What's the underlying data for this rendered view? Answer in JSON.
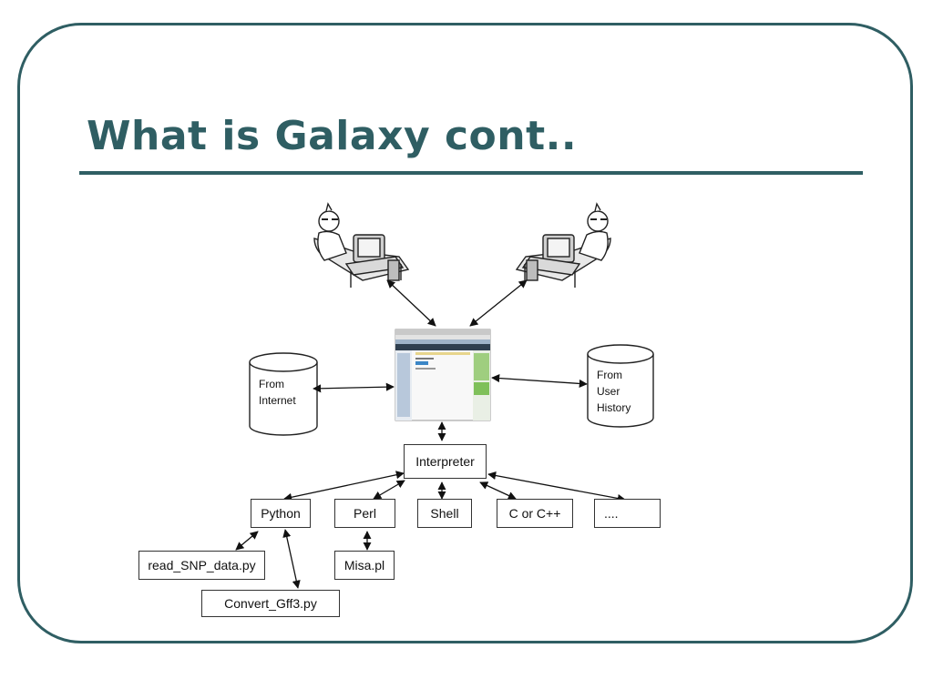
{
  "slide": {
    "title": "What is Galaxy cont..",
    "accent_color": "#2f5e63"
  },
  "diagram": {
    "users": [
      {
        "icon": "user-at-computer-icon"
      },
      {
        "icon": "user-at-computer-icon"
      }
    ],
    "center": {
      "icon": "galaxy-screenshot-icon"
    },
    "sources": {
      "internet": {
        "line1": "From",
        "line2": "Internet"
      },
      "history": {
        "line1": "From",
        "line2": "User",
        "line3": "History"
      }
    },
    "interpreter": "Interpreter",
    "languages": [
      "Python",
      "Perl",
      "Shell",
      "C or C++",
      "...."
    ],
    "scripts": {
      "python_1": "read_SNP_data.py",
      "python_2": "Convert_Gff3.py",
      "perl_1": "Misa.pl"
    }
  }
}
